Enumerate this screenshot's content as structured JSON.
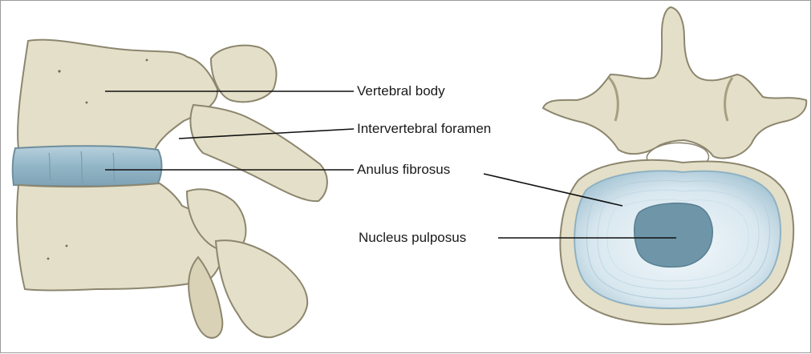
{
  "figure": {
    "labels": {
      "vertebral_body": "Vertebral body",
      "intervertebral_foramen": "Intervertebral foramen",
      "anulus_fibrosus": "Anulus fibrosus",
      "nucleus_pulposus": "Nucleus pulposus"
    },
    "colors": {
      "bone": "#e4dfc8",
      "bone_outline": "#8c866e",
      "bone_shadow": "#c9c2a4",
      "anulus": "#9fbfcf",
      "anulus_light": "#dceaf1",
      "nucleus": "#6f96a8",
      "leader": "#111111",
      "frame": "#9a9a9a"
    }
  }
}
